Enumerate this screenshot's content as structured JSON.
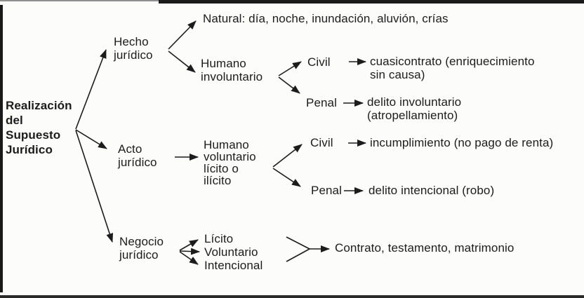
{
  "root": {
    "label": "Realización\ndel\nSupuesto\nJurídico"
  },
  "branches": {
    "hecho": {
      "label": "Hecho\njurídico",
      "natural": {
        "label": "Natural: día, noche, inundación, aluvión, crías"
      },
      "humano_involuntario": {
        "label": "Humano\ninvoluntario",
        "civil": {
          "label": "Civil",
          "result": "cuasicontrato (enriquecimiento\nsin causa)"
        },
        "penal": {
          "label": "Penal",
          "result": "delito involuntario\n(atropellamiento)"
        }
      }
    },
    "acto": {
      "label": "Acto\njurídico",
      "humano_voluntario": {
        "label": "Humano\nvoluntario\nlícito o\nilícito",
        "civil": {
          "label": "Civil",
          "result": "incumplimiento (no pago de renta)"
        },
        "penal": {
          "label": "Penal",
          "result": "delito intencional (robo)"
        }
      }
    },
    "negocio": {
      "label": "Negocio\njurídico",
      "qualities": {
        "licito": "Lícito",
        "voluntario": "Voluntario",
        "intencional": "Intencional"
      },
      "result": "Contrato, testamento, matrimonio"
    }
  },
  "colors": {
    "ink": "#1c1c1c",
    "background": "#fcfcfa",
    "rule_dark": "#1a1a1a",
    "rule_gray": "#8f8f8f"
  }
}
